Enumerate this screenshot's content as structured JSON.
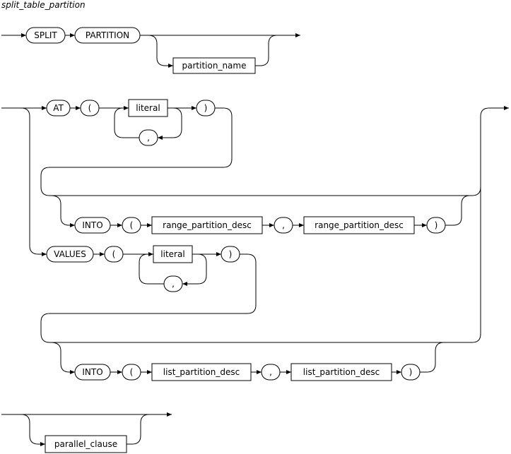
{
  "diagram": {
    "title": "split_table_partition",
    "keywords": {
      "split": "SPLIT",
      "partition": "PARTITION",
      "at": "AT",
      "into": "INTO",
      "values": "VALUES",
      "lparen": "(",
      "rparen": ")",
      "comma": ","
    },
    "nonterminals": {
      "partition_name": "partition_name",
      "literal": "literal",
      "range_partition_desc": "range_partition_desc",
      "list_partition_desc": "list_partition_desc",
      "parallel_clause": "parallel_clause"
    }
  }
}
